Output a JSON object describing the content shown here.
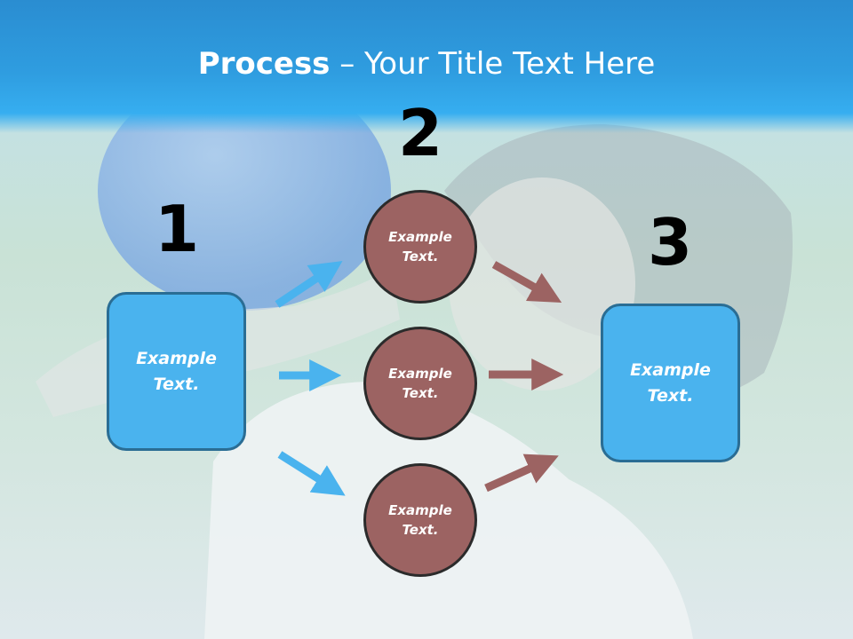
{
  "title": {
    "bold": "Process",
    "rest": " – Your Title Text Here"
  },
  "steps": {
    "one": "1",
    "two": "2",
    "three": "3"
  },
  "left_box": {
    "text": "Example Text."
  },
  "right_box": {
    "text": "Example Text."
  },
  "circles": {
    "top": "Example Text.",
    "middle": "Example Text.",
    "bottom": "Example Text."
  },
  "colors": {
    "blue_box": "#4ab3ee",
    "circle": "#9c6362",
    "blue_arrow": "#4ab3ee",
    "brown_arrow": "#9c6362",
    "header": "#2f9de0"
  }
}
